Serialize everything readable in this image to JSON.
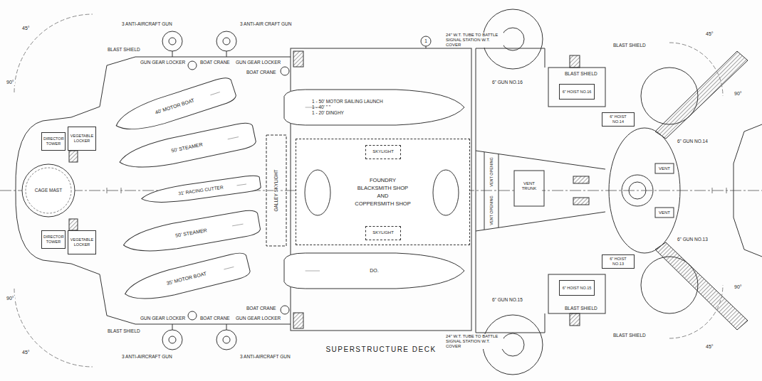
{
  "diagram": {
    "caption": "SUPERSTRUCTURE DECK",
    "nodes": [
      {
        "text": [
          "DIRECTOR TOWER"
        ]
      },
      {
        "text": [
          "VEGETABLE LOCKER"
        ]
      },
      {
        "text": [
          "CAGE MAST"
        ]
      },
      {
        "text": [
          "DIRECTOR TOWER"
        ]
      },
      {
        "text": [
          "VEGETABLE LOCKER"
        ]
      },
      {
        "text": [
          "40' MOTOR BOAT"
        ]
      },
      {
        "text": [
          "50' STEAMER"
        ]
      },
      {
        "text": [
          "31' RACING CUTTER"
        ]
      },
      {
        "text": [
          "50' STEAMER"
        ]
      },
      {
        "text": [
          "35' MOTOR BOAT"
        ]
      },
      {
        "text": [
          "1 - 50' MOTOR SAILING LAUNCH",
          "1 - 40' \"  \"",
          "1 - 20' DINGHY"
        ]
      },
      {
        "text": [
          "FOUNDRY",
          "BLACKSMITH SHOP",
          "AND",
          "COPPERSMITH SHOP"
        ]
      },
      {
        "text": [
          "SKYLIGHT"
        ],
        "in": 11
      },
      {
        "text": [
          "SKYLIGHT"
        ],
        "in": 11
      },
      {
        "text": [
          "DO."
        ]
      },
      {
        "text": [
          "6\" HOIST NO.16"
        ]
      },
      {
        "text": [
          "6\" HOIST NO.14"
        ]
      },
      {
        "text": [
          "6\" HOIST NO.15"
        ]
      },
      {
        "text": [
          "6\" HOIST NO.13"
        ]
      }
    ],
    "labels": [
      "BLAST SHIELD",
      "3 ANTI-AIRCRAFT GUN",
      "GUN GEAR LOCKER",
      "BOAT CRANE",
      "3 ANTI-AIR CRAFT GUN",
      "GUN GEAR LOCKER",
      "BOAT CRANE",
      "BLAST SHIELD",
      "3 ANTI-AIRCRAFT GUN",
      "GUN GEAR LOCKER",
      "BOAT CRANE",
      "3 ANTI-AIRCRAFT GUN",
      "GUN GEAR LOCKER",
      "BOAT CRANE",
      "1",
      "24\" W.T. TUBE TO BATTLE SIGNAL STATION W.T. COVER",
      "24\" W.T. TUBE TO BATTLE SIGNAL STATION W.T. COVER",
      "GALLEY SKYLIGHT",
      "VENT OPENING",
      "VENT OPENING",
      "VENT TRUNK",
      "6\" GUN NO.16",
      "6\" GUN NO.15",
      "6\" GUN NO.14",
      "6\" GUN NO.13",
      "BLAST SHIELD",
      "BLAST SHIELD",
      "BLAST SHIELD",
      "BLAST SHIELD",
      "VENT",
      "VENT",
      "90°",
      "45°",
      "90°",
      "45°",
      "45°",
      "90°",
      "45°",
      "90°"
    ]
  }
}
